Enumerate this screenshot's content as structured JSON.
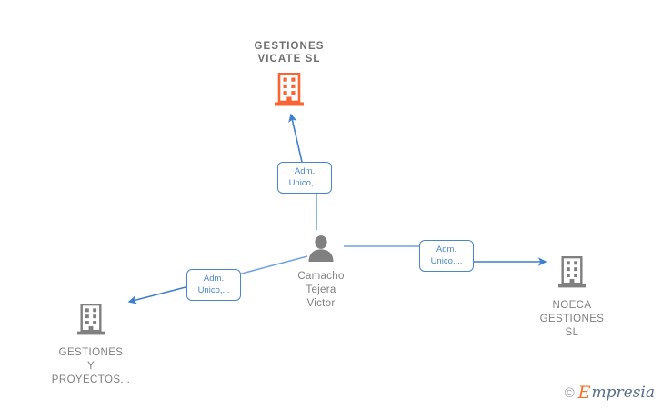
{
  "diagram": {
    "type": "corporate-relationship-network",
    "background_color": "#ffffff",
    "accent_orange": "#fa6432",
    "accent_gray": "#808080",
    "edge_blue": "#4a86c8",
    "nodes": [
      {
        "id": "gestiones-vicate",
        "label": "GESTIONES\nVICATE  SL",
        "icon": "building-icon",
        "icon_color": "#fa6432",
        "kind": "company",
        "highlighted": true
      },
      {
        "id": "camacho-tejera-victor",
        "label": "Camacho\nTejera\nVictor",
        "icon": "person-icon",
        "icon_color": "#808080",
        "kind": "person",
        "highlighted": false
      },
      {
        "id": "gestiones-y-proyectos",
        "label": "GESTIONES\nY\nPROYECTOS...",
        "icon": "building-icon",
        "icon_color": "#808080",
        "kind": "company",
        "highlighted": false
      },
      {
        "id": "noeca-gestiones",
        "label": "NOECA\nGESTIONES\nSL",
        "icon": "building-icon",
        "icon_color": "#808080",
        "kind": "company",
        "highlighted": false
      }
    ],
    "edges": [
      {
        "id": "edge-to-gestiones-vicate",
        "from": "camacho-tejera-victor",
        "to": "gestiones-vicate",
        "label": "Adm.\nUnico,...",
        "direction": "up"
      },
      {
        "id": "edge-to-gestiones-y-proyectos",
        "from": "camacho-tejera-victor",
        "to": "gestiones-y-proyectos",
        "label": "Adm.\nUnico,...",
        "direction": "left"
      },
      {
        "id": "edge-to-noeca-gestiones",
        "from": "camacho-tejera-victor",
        "to": "noeca-gestiones",
        "label": "Adm.\nUnico,...",
        "direction": "right"
      }
    ]
  },
  "watermark": {
    "copyright": "©",
    "brand_initial": "E",
    "brand_rest": "mpresia"
  }
}
